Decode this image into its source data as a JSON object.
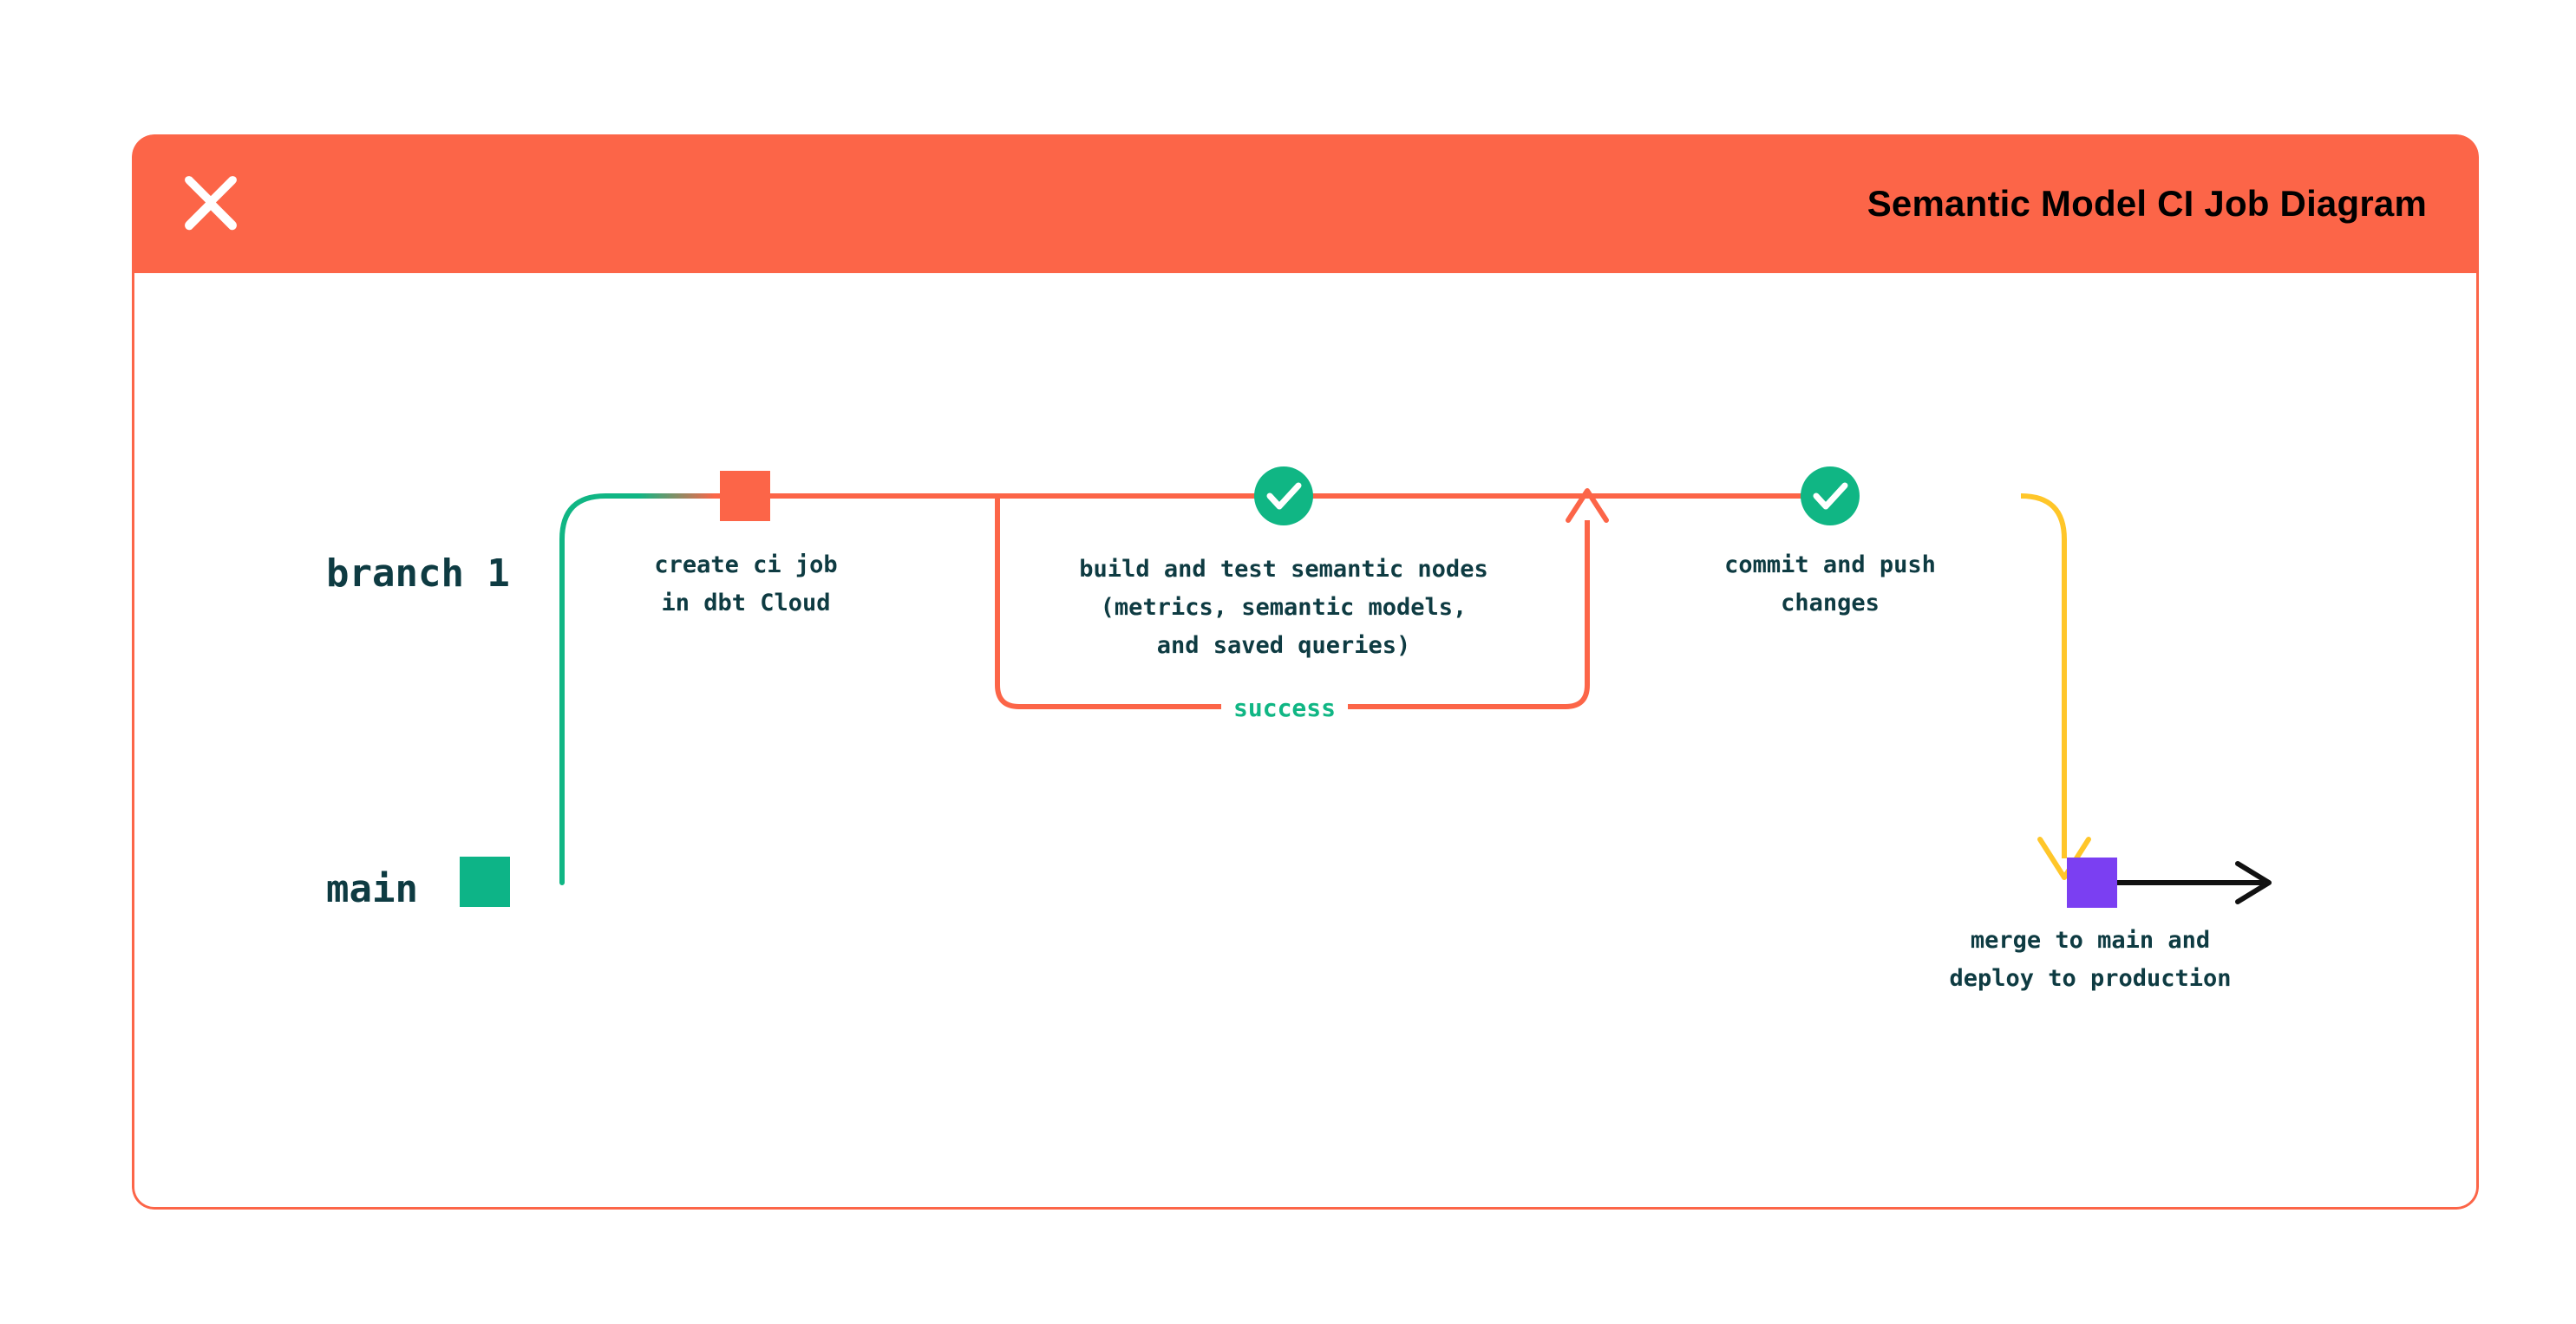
{
  "card": {
    "title": "Semantic Model CI Job Diagram",
    "logo_icon": "dbt-x-logo-icon",
    "header_color": "#FC6548",
    "border_color": "#FC6548"
  },
  "lanes": [
    {
      "id": "branch-1",
      "label": "branch 1",
      "color": "#10B684"
    },
    {
      "id": "main",
      "label": "main",
      "color": "#10B684"
    }
  ],
  "nodes": [
    {
      "id": "create-ci-job",
      "marker": "square",
      "color": "#FC6548",
      "caption": "create ci job\nin dbt Cloud"
    },
    {
      "id": "build-and-test",
      "marker": "check-circle",
      "color": "#10B684",
      "caption": "build and test semantic nodes\n(metrics, semantic models,\nand saved queries)"
    },
    {
      "id": "commit-and-push",
      "marker": "check-circle",
      "color": "#10B684",
      "caption": "commit and push\nchanges"
    },
    {
      "id": "merge-to-main",
      "marker": "square",
      "color": "#7B3FF2",
      "caption": "merge to main and\ndeploy to production"
    }
  ],
  "edges": [
    {
      "id": "success-loop",
      "label": "success",
      "label_color": "#10B684",
      "line_color": "#FC6548"
    },
    {
      "id": "branch-off",
      "label": "",
      "line_color_from": "#10B684",
      "line_color_to": "#FC6548"
    },
    {
      "id": "merge-down",
      "label": "",
      "line_color": "#FFC629"
    },
    {
      "id": "main-continues",
      "label": "",
      "line_color": "#111111"
    }
  ],
  "chart_data": {
    "type": "diagram",
    "title": "Semantic Model CI Job Diagram",
    "lanes": [
      "branch 1",
      "main"
    ],
    "steps": [
      "create ci job in dbt Cloud",
      "build and test semantic nodes (metrics, semantic models, and saved queries)",
      "commit and push changes",
      "merge to main and deploy to production"
    ],
    "annotations": [
      "success"
    ]
  }
}
